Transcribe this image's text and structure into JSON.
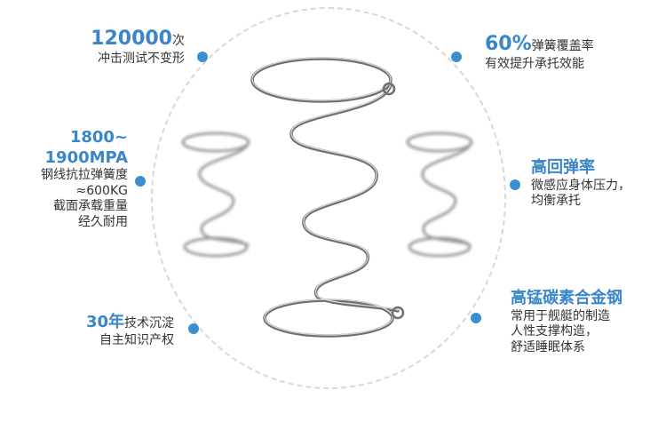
{
  "features": {
    "cycles": {
      "value": "120000",
      "unit": "次",
      "desc": "冲击测试不变形"
    },
    "coverage": {
      "value": "60%",
      "rest": "弹簧覆盖率",
      "desc": "有效提升承托效能"
    },
    "tensile": {
      "value1": "1800~",
      "value2": "1900MPA",
      "lines": [
        "钢线抗拉弹簧度",
        "≈600KG",
        "截面承载重量",
        "经久耐用"
      ]
    },
    "rebound": {
      "title": "高回弹率",
      "lines": [
        "微感应身体压力，",
        "均衡承托"
      ]
    },
    "patent": {
      "value": "30年",
      "rest": "技术沉淀",
      "desc": "自主知识产权"
    },
    "steel": {
      "title": "高锰碳素合金钢",
      "lines": [
        "常用于舰艇的制造",
        "人性支撑构造，",
        "舒适睡眠体系"
      ]
    }
  },
  "colors": {
    "accent": "#3a86c8",
    "dot": "#3b8fd0",
    "circle": "#d8d8d8"
  }
}
